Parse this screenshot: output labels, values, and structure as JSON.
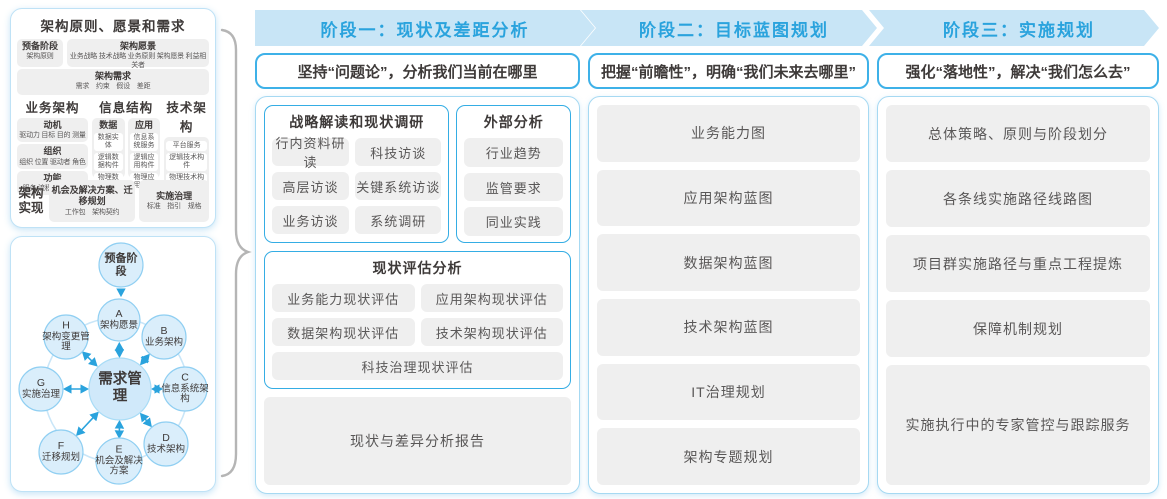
{
  "colors": {
    "band_blue": "#c8e5f6",
    "accent_blue": "#2aa3dd",
    "strong_border": "#3eb1e8",
    "soft_border": "#a6d9f2",
    "item_bg": "#efefef",
    "text_dark": "#3e3a39",
    "text_gray": "#595757",
    "circle_fill": "#daeefb",
    "circle_border": "#90cff2",
    "brace_gray": "#b5b5b5"
  },
  "left_panel": {
    "title": "架构原则、愿景和需求",
    "prep_title": "预备阶段",
    "prep_sub": "架构原则",
    "vision_title": "架构愿景",
    "vision_sub": "业务战略 技术战略 业务原则 架构愿景 利益相关者",
    "req_title": "架构需求",
    "req_sub": "需求　约束　假设　差距",
    "col_business": {
      "title": "业务架构",
      "groups": [
        {
          "t": "动机",
          "s": "驱动力 目标 目的 测量"
        },
        {
          "t": "组织",
          "s": "组织 位置 驱动者 角色"
        },
        {
          "t": "功能",
          "s": "服务 流程 控制 功能"
        }
      ]
    },
    "col_info": {
      "title": "信息结构",
      "data_title": "数据",
      "data_items": [
        "数据实体",
        "逻辑数据构件",
        "物理数据构件"
      ],
      "app_title": "应用",
      "app_items": [
        "信息系统服务",
        "逻辑应用构件",
        "物理应用构件"
      ]
    },
    "col_tech": {
      "title": "技术架构",
      "items": [
        "平台服务",
        "逻辑技术构件",
        "物理技术构件"
      ]
    },
    "realization_label": "架构实现",
    "real_box1_title": "机会及解决方案、迁移规划",
    "real_box1_sub": "工作包　架构契约",
    "real_box2_title": "实施治理",
    "real_box2_sub": "标准　指引　规格"
  },
  "adm": {
    "prep": "预备阶段",
    "center": "需求管理",
    "nodes": [
      {
        "letter": "A",
        "label": "架构愿景"
      },
      {
        "letter": "B",
        "label": "业务架构"
      },
      {
        "letter": "C",
        "label": "信息系统架构"
      },
      {
        "letter": "D",
        "label": "技术架构"
      },
      {
        "letter": "E",
        "label": "机会及解决方案"
      },
      {
        "letter": "F",
        "label": "迁移规划"
      },
      {
        "letter": "G",
        "label": "实施治理"
      },
      {
        "letter": "H",
        "label": "架构变更管理"
      }
    ]
  },
  "phase1": {
    "band": "阶段一：现状及差距分析",
    "subtitle": "坚持“问题论”，分析我们当前在哪里",
    "survey_title": "战略解读和现状调研",
    "survey_items": [
      "行内资料研读",
      "科技访谈",
      "高层访谈",
      "关键系统访谈",
      "业务访谈",
      "系统调研"
    ],
    "external_title": "外部分析",
    "external_items": [
      "行业趋势",
      "监管要求",
      "同业实践"
    ],
    "assess_title": "现状评估分析",
    "assess_items": [
      "业务能力现状评估",
      "应用架构现状评估",
      "数据架构现状评估",
      "技术架构现状评估",
      "科技治理现状评估"
    ],
    "report": "现状与差异分析报告"
  },
  "phase2": {
    "band": "阶段二：目标蓝图规划",
    "subtitle": "把握“前瞻性”，明确“我们未来去哪里”",
    "items": [
      "业务能力图",
      "应用架构蓝图",
      "数据架构蓝图",
      "技术架构蓝图",
      "IT治理规划",
      "架构专题规划"
    ]
  },
  "phase3": {
    "band": "阶段三：实施规划",
    "subtitle": "强化“落地性”，解决“我们怎么去”",
    "items": [
      "总体策略、原则与阶段划分",
      "各条线实施路径线路图",
      "项目群实施路径与重点工程提炼",
      "保障机制规划",
      "实施执行中的专家管控与跟踪服务"
    ]
  }
}
